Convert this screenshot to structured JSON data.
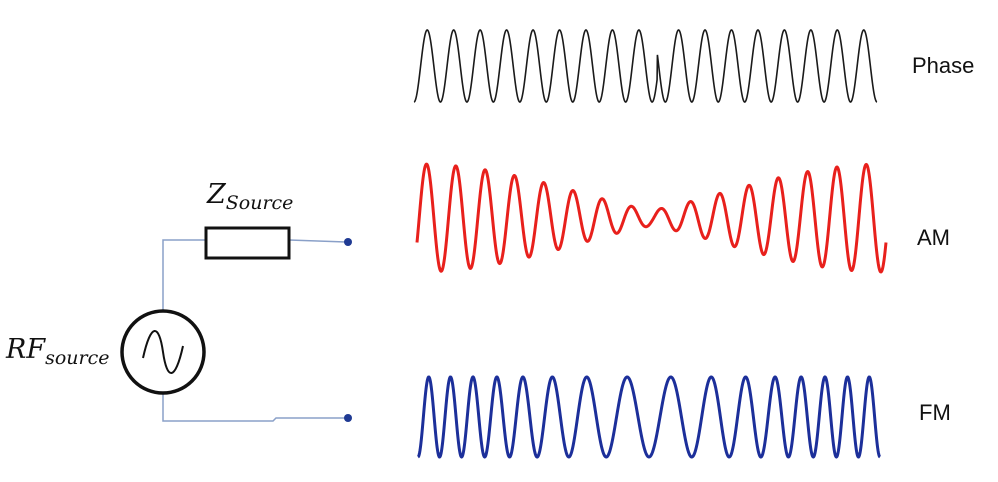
{
  "circuit": {
    "impedance_main": "Z",
    "impedance_sub": "Source",
    "source_main": "RF",
    "source_sub": "source",
    "wire_color": "#8aa0c8",
    "terminal_color": "#1f3a93"
  },
  "waves": [
    {
      "label": "Phase",
      "color": "#1a1a1a",
      "modulation": "phase"
    },
    {
      "label": "AM",
      "color": "#e8201c",
      "modulation": "amplitude"
    },
    {
      "label": "FM",
      "color": "#1c2f9a",
      "modulation": "frequency"
    }
  ]
}
